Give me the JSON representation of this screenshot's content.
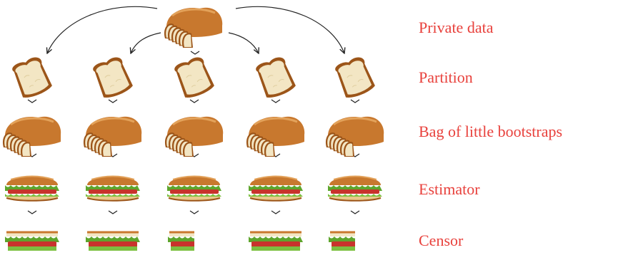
{
  "stages": [
    {
      "label": "Private data"
    },
    {
      "label": "Partition"
    },
    {
      "label": "Bag of little bootstraps"
    },
    {
      "label": "Estimator"
    },
    {
      "label": "Censor"
    }
  ],
  "columns": 5,
  "censor_row": [
    "whole",
    "whole",
    "half",
    "whole",
    "half"
  ],
  "colors": {
    "label": "#e8413c",
    "crust": "#c8782e",
    "crust_dark": "#9c5519",
    "crumb": "#f3e6c4",
    "lettuce": "#5ea52c",
    "tomato": "#c8332c",
    "arrow": "#222222"
  },
  "icons": {
    "loaf": "bread-loaf-icon",
    "slice": "bread-slice-icon",
    "sliced_loaf": "sliced-loaf-icon",
    "sandwich": "sandwich-icon"
  }
}
